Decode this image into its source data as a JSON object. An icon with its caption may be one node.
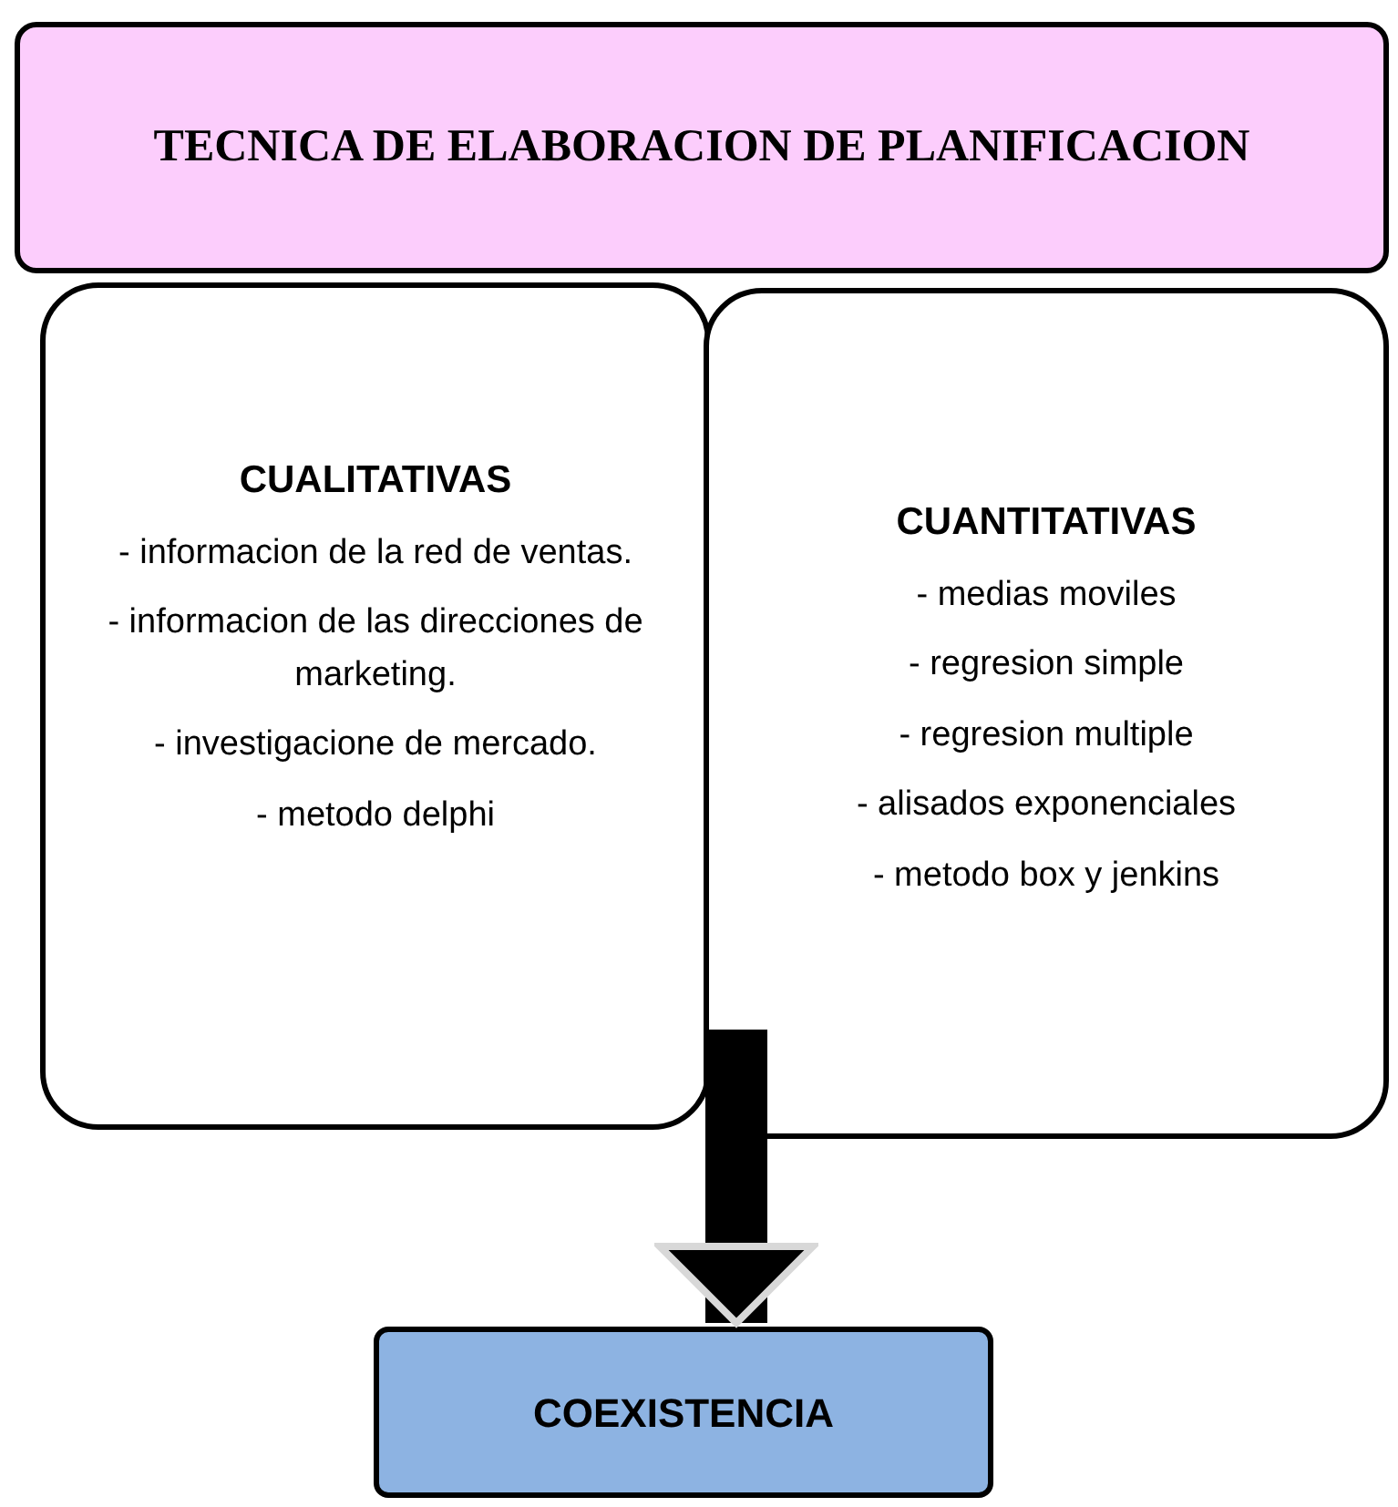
{
  "diagram": {
    "nodes": [
      {
        "text": [
          "TECNICA DE ELABORACION DE PLANIFICACION"
        ]
      },
      {
        "text": [
          "CUALITATIVAS",
          "- informacion de la red de ventas.",
          "- informacion de las direcciones de marketing.",
          "- investigacione de mercado.",
          "- metodo delphi"
        ]
      },
      {
        "text": [
          "CUANTITATIVAS",
          "- medias moviles",
          "- regresion simple",
          "- regresion multiple",
          "- alisados exponenciales",
          "- metodo box y jenkins"
        ]
      },
      {
        "text": [
          "COEXISTENCIA"
        ]
      }
    ],
    "edges": [
      {
        "from": 2,
        "to": 3,
        "arrow": "to"
      }
    ]
  }
}
